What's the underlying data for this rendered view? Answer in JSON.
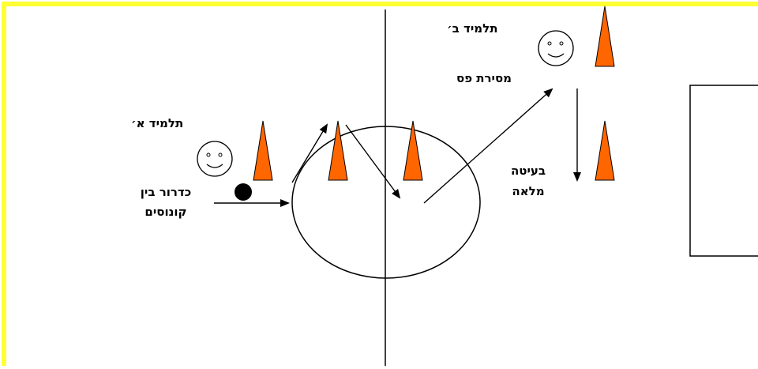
{
  "colors": {
    "border": "#ffff33",
    "cone": "#ff6600",
    "line": "#000000",
    "background": "#ffffff"
  },
  "labels": {
    "student_a": "תלמיד א׳",
    "student_b": "תלמיד ב׳",
    "dribble_line1": "כדרור בין",
    "dribble_line2": "קונוסים",
    "pass": "מסירת פס",
    "shot_line1": "בעיטה",
    "shot_line2": "מלאה"
  },
  "icons": {
    "player_a": "smiley-face-icon",
    "player_b": "smiley-face-icon",
    "ball": "ball-icon",
    "cone": "cone-icon"
  }
}
